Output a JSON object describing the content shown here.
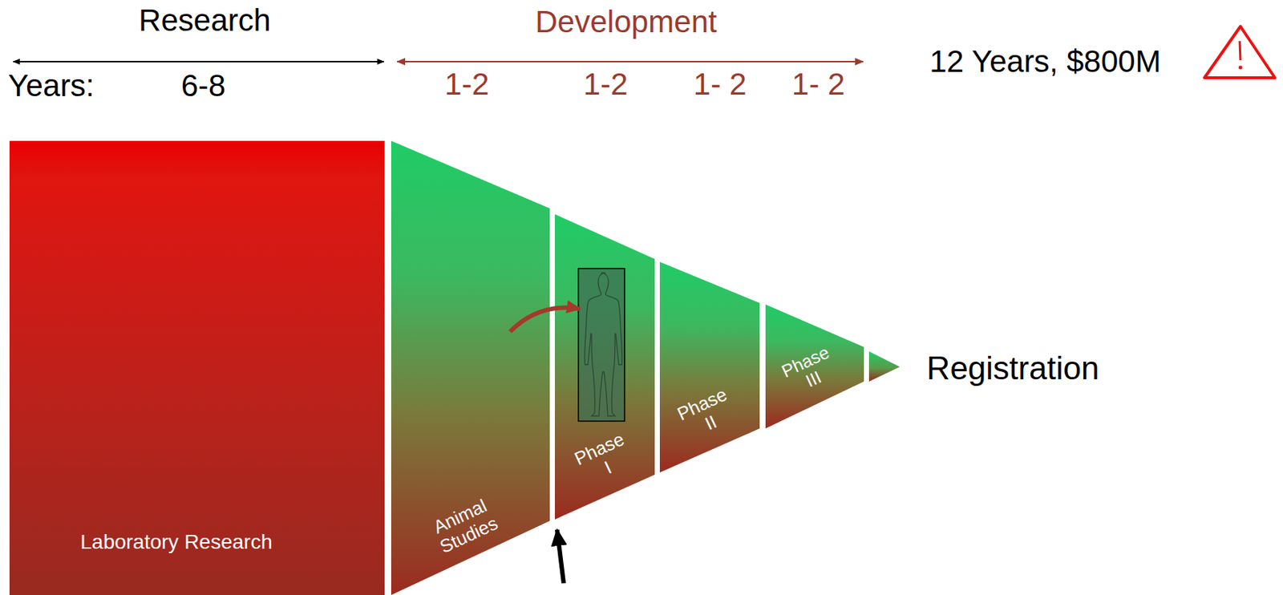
{
  "diagram": {
    "nodes": [
      {
        "text": [
          "Laboratory Research"
        ]
      },
      {
        "text": [
          "Animal Studies"
        ]
      },
      {
        "text": [
          "Phase I"
        ]
      },
      {
        "text": [
          "Phase II"
        ]
      },
      {
        "text": [
          "Phase III"
        ]
      }
    ],
    "labels": [
      "Research",
      "Development",
      "Years:",
      "6-8",
      "1-2",
      "1-2",
      "1- 2",
      "1- 2",
      "12 Years, $800M",
      "Registration"
    ]
  }
}
